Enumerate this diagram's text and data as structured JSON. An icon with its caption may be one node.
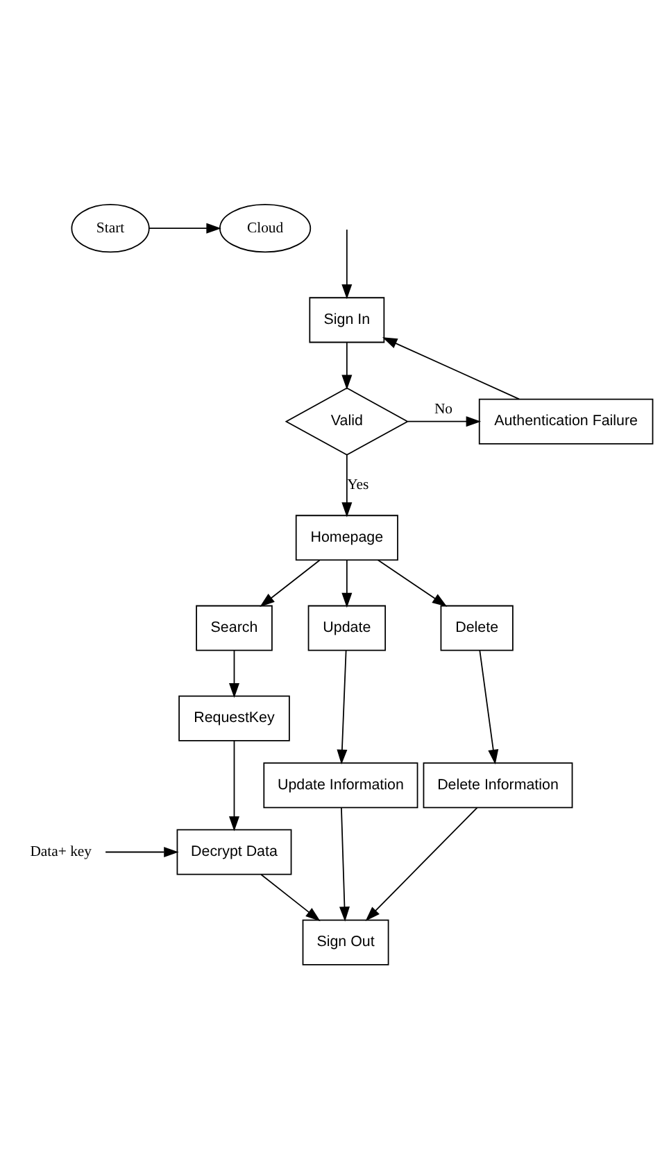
{
  "diagram": {
    "nodes": [
      {
        "text": [
          "Start"
        ]
      },
      {
        "text": [
          "Cloud"
        ]
      },
      {
        "text": [
          "Sign In"
        ]
      },
      {
        "text": [
          "Valid"
        ]
      },
      {
        "text": [
          "Authentication Failure"
        ]
      },
      {
        "text": [
          "Homepage"
        ]
      },
      {
        "text": [
          "Search"
        ]
      },
      {
        "text": [
          "Update"
        ]
      },
      {
        "text": [
          "Delete"
        ]
      },
      {
        "text": [
          "RequestKey"
        ]
      },
      {
        "text": [
          "Update Information"
        ]
      },
      {
        "text": [
          "Delete Information"
        ]
      },
      {
        "text": [
          "Decrypt Data"
        ]
      },
      {
        "text": [
          "Sign Out"
        ]
      },
      {
        "text": [
          "Data+ key"
        ]
      }
    ],
    "edges": [
      {
        "from": 0,
        "to": 1,
        "arrow": "to"
      },
      {
        "from": null,
        "to": 2,
        "arrow": "to"
      },
      {
        "from": 2,
        "to": 3,
        "arrow": "to"
      },
      {
        "from": 3,
        "to": 4,
        "arrow": "to",
        "label": "No"
      },
      {
        "from": 4,
        "to": 2,
        "arrow": "to"
      },
      {
        "from": 3,
        "to": 5,
        "arrow": "to",
        "label": "Yes"
      },
      {
        "from": 5,
        "to": 6,
        "arrow": "to"
      },
      {
        "from": 5,
        "to": 7,
        "arrow": "to"
      },
      {
        "from": 5,
        "to": 8,
        "arrow": "to"
      },
      {
        "from": 6,
        "to": 9,
        "arrow": "to"
      },
      {
        "from": 7,
        "to": 10,
        "arrow": "to"
      },
      {
        "from": 8,
        "to": 11,
        "arrow": "to"
      },
      {
        "from": 9,
        "to": 12,
        "arrow": "to"
      },
      {
        "from": 14,
        "to": 12,
        "arrow": "to"
      },
      {
        "from": 12,
        "to": 13,
        "arrow": "to"
      },
      {
        "from": 10,
        "to": 13,
        "arrow": "to"
      },
      {
        "from": 11,
        "to": 13,
        "arrow": "to"
      }
    ]
  }
}
